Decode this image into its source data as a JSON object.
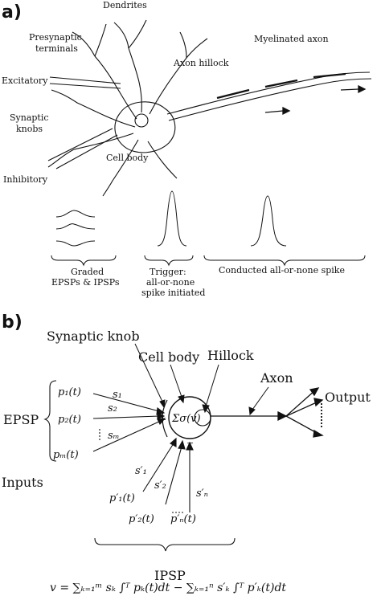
{
  "panel_a": {
    "label": "a)",
    "dendrites": "Dendrites",
    "presynaptic_line1": "Presynaptic",
    "presynaptic_line2": "terminals",
    "myelinated_axon": "Myelinated axon",
    "axon_hillock": "Axon hillock",
    "excitatory": "Excitatory",
    "synaptic_knobs_line1": "Synaptic",
    "synaptic_knobs_line2": "knobs",
    "cell_body": "Cell body",
    "inhibitory": "Inhibitory",
    "graded_line1": "Graded",
    "graded_line2": "EPSPs & IPSPs",
    "trigger_line1": "Trigger:",
    "trigger_line2": "all-or-none",
    "trigger_line3": "spike initiated",
    "conducted": "Conducted all-or-none spike"
  },
  "panel_b": {
    "label": "b)",
    "synaptic_knob": "Synaptic knob",
    "cell_body": "Cell body",
    "hillock": "Hillock",
    "axon": "Axon",
    "output": "Output",
    "epsp": "EPSP",
    "inputs": "Inputs",
    "ipsp": "IPSP",
    "p1": "p₁(t)",
    "p2": "p₂(t)",
    "pm": "pₘ(t)",
    "s1": "s₁",
    "s2": "s₂",
    "sm": "sₘ",
    "s1p": "s′₁",
    "s2p": "s′₂",
    "snp": "s′ₙ",
    "p1p": "p′₁(t)",
    "p2p": "p′₂(t)",
    "pnp": "p′ₙ(t)",
    "sigma_text": "Σσ(v)",
    "plus": "+",
    "minus": "−",
    "equation": "v = ∑ₖ₌₁ᵐ sₖ ∫ᵀ pₖ(t)dt − ∑ₖ₌₁ⁿ s′ₖ ∫ᵀ p′ₖ(t)dt"
  },
  "colors": {
    "ink": "#111111",
    "background": "#ffffff"
  }
}
